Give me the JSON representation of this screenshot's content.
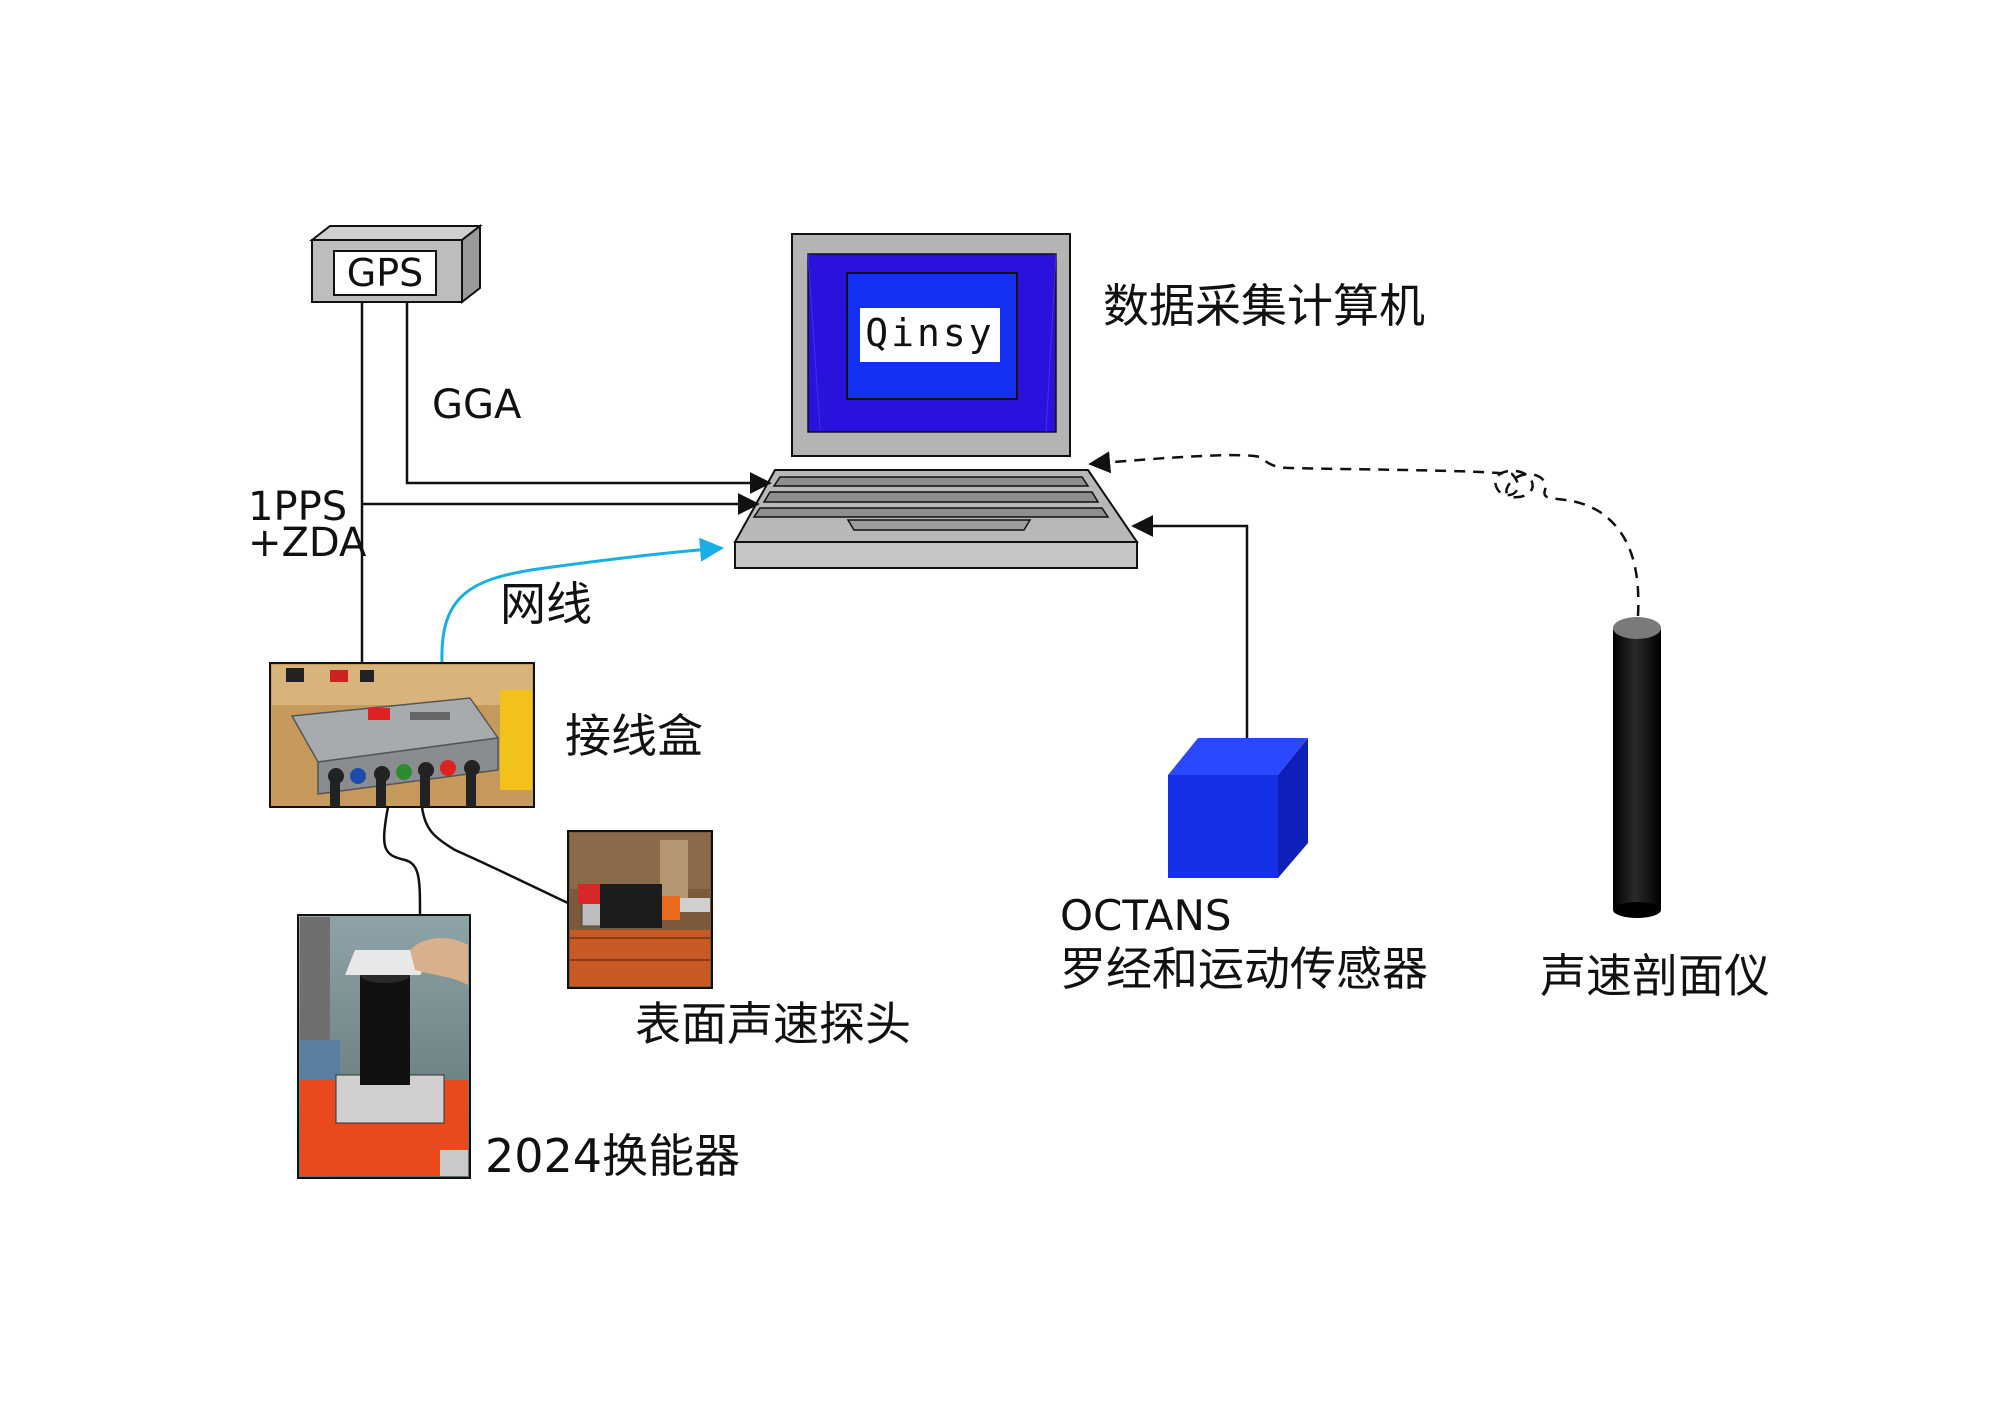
{
  "labels": {
    "gps": "GPS",
    "gga": "GGA",
    "pps_line1": "1PPS",
    "pps_line2": "+ZDA",
    "screen_app": "Qinsy",
    "computer": "数据采集计算机",
    "network_cable": "网线",
    "junction_box": "接线盒",
    "surface_probe": "表面声速探头",
    "transducer": "2024换能器",
    "octans_line1": "OCTANS",
    "octans_line2": "罗经和运动传感器",
    "svp": "声速剖面仪"
  },
  "colors": {
    "screen_frame": "#b4b4b4",
    "screen_bg": "#2812dc",
    "screen_inner": "#1430f0",
    "octans_blue": "#1630e6",
    "network_cable": "#19aee6",
    "line": "#111111"
  }
}
